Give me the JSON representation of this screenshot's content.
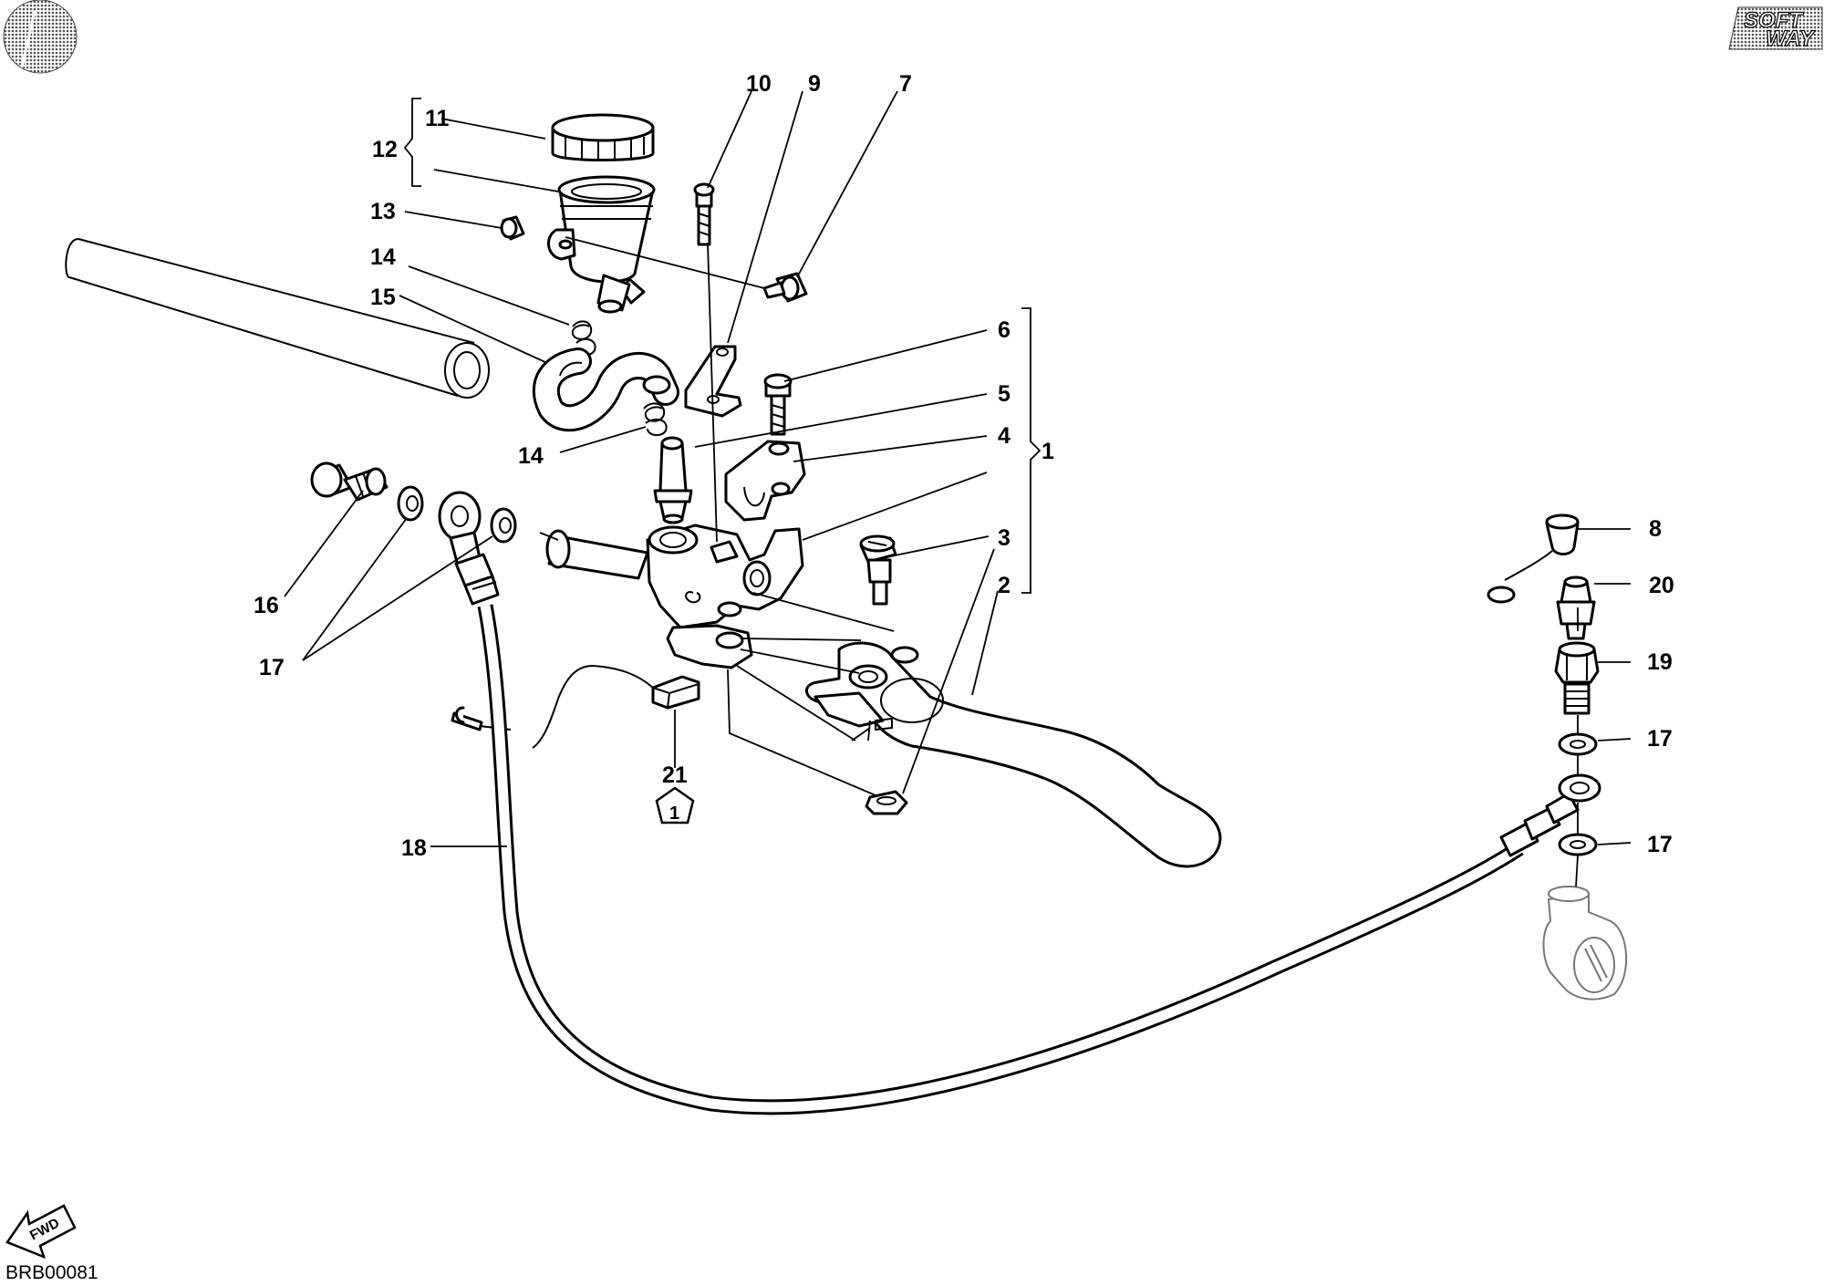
{
  "diagram": {
    "drawing_code": "BRB00081",
    "brand_logo": [
      "SOFT",
      "WAY"
    ],
    "direction_marker": "FWD",
    "variant_symbol": "1",
    "colors": {
      "ink": "#000000",
      "background": "#ffffff",
      "ghost_outline": "#777777"
    },
    "icons": [
      "disc-logo-icon",
      "softway-logo-icon",
      "fwd-arrow-icon",
      "pentagon-note-icon"
    ],
    "callouts": {
      "c1": "1",
      "c2": "2",
      "c3": "3",
      "c4": "4",
      "c5": "5",
      "c6": "6",
      "c7": "7",
      "c8": "8",
      "c9": "9",
      "c10": "10",
      "c11": "11",
      "c12": "12",
      "c13": "13",
      "c14a": "14",
      "c14b": "14",
      "c15": "15",
      "c16": "16",
      "c17a": "17",
      "c17b": "17",
      "c17c": "17",
      "c18": "18",
      "c19": "19",
      "c20": "20",
      "c21": "21"
    }
  }
}
